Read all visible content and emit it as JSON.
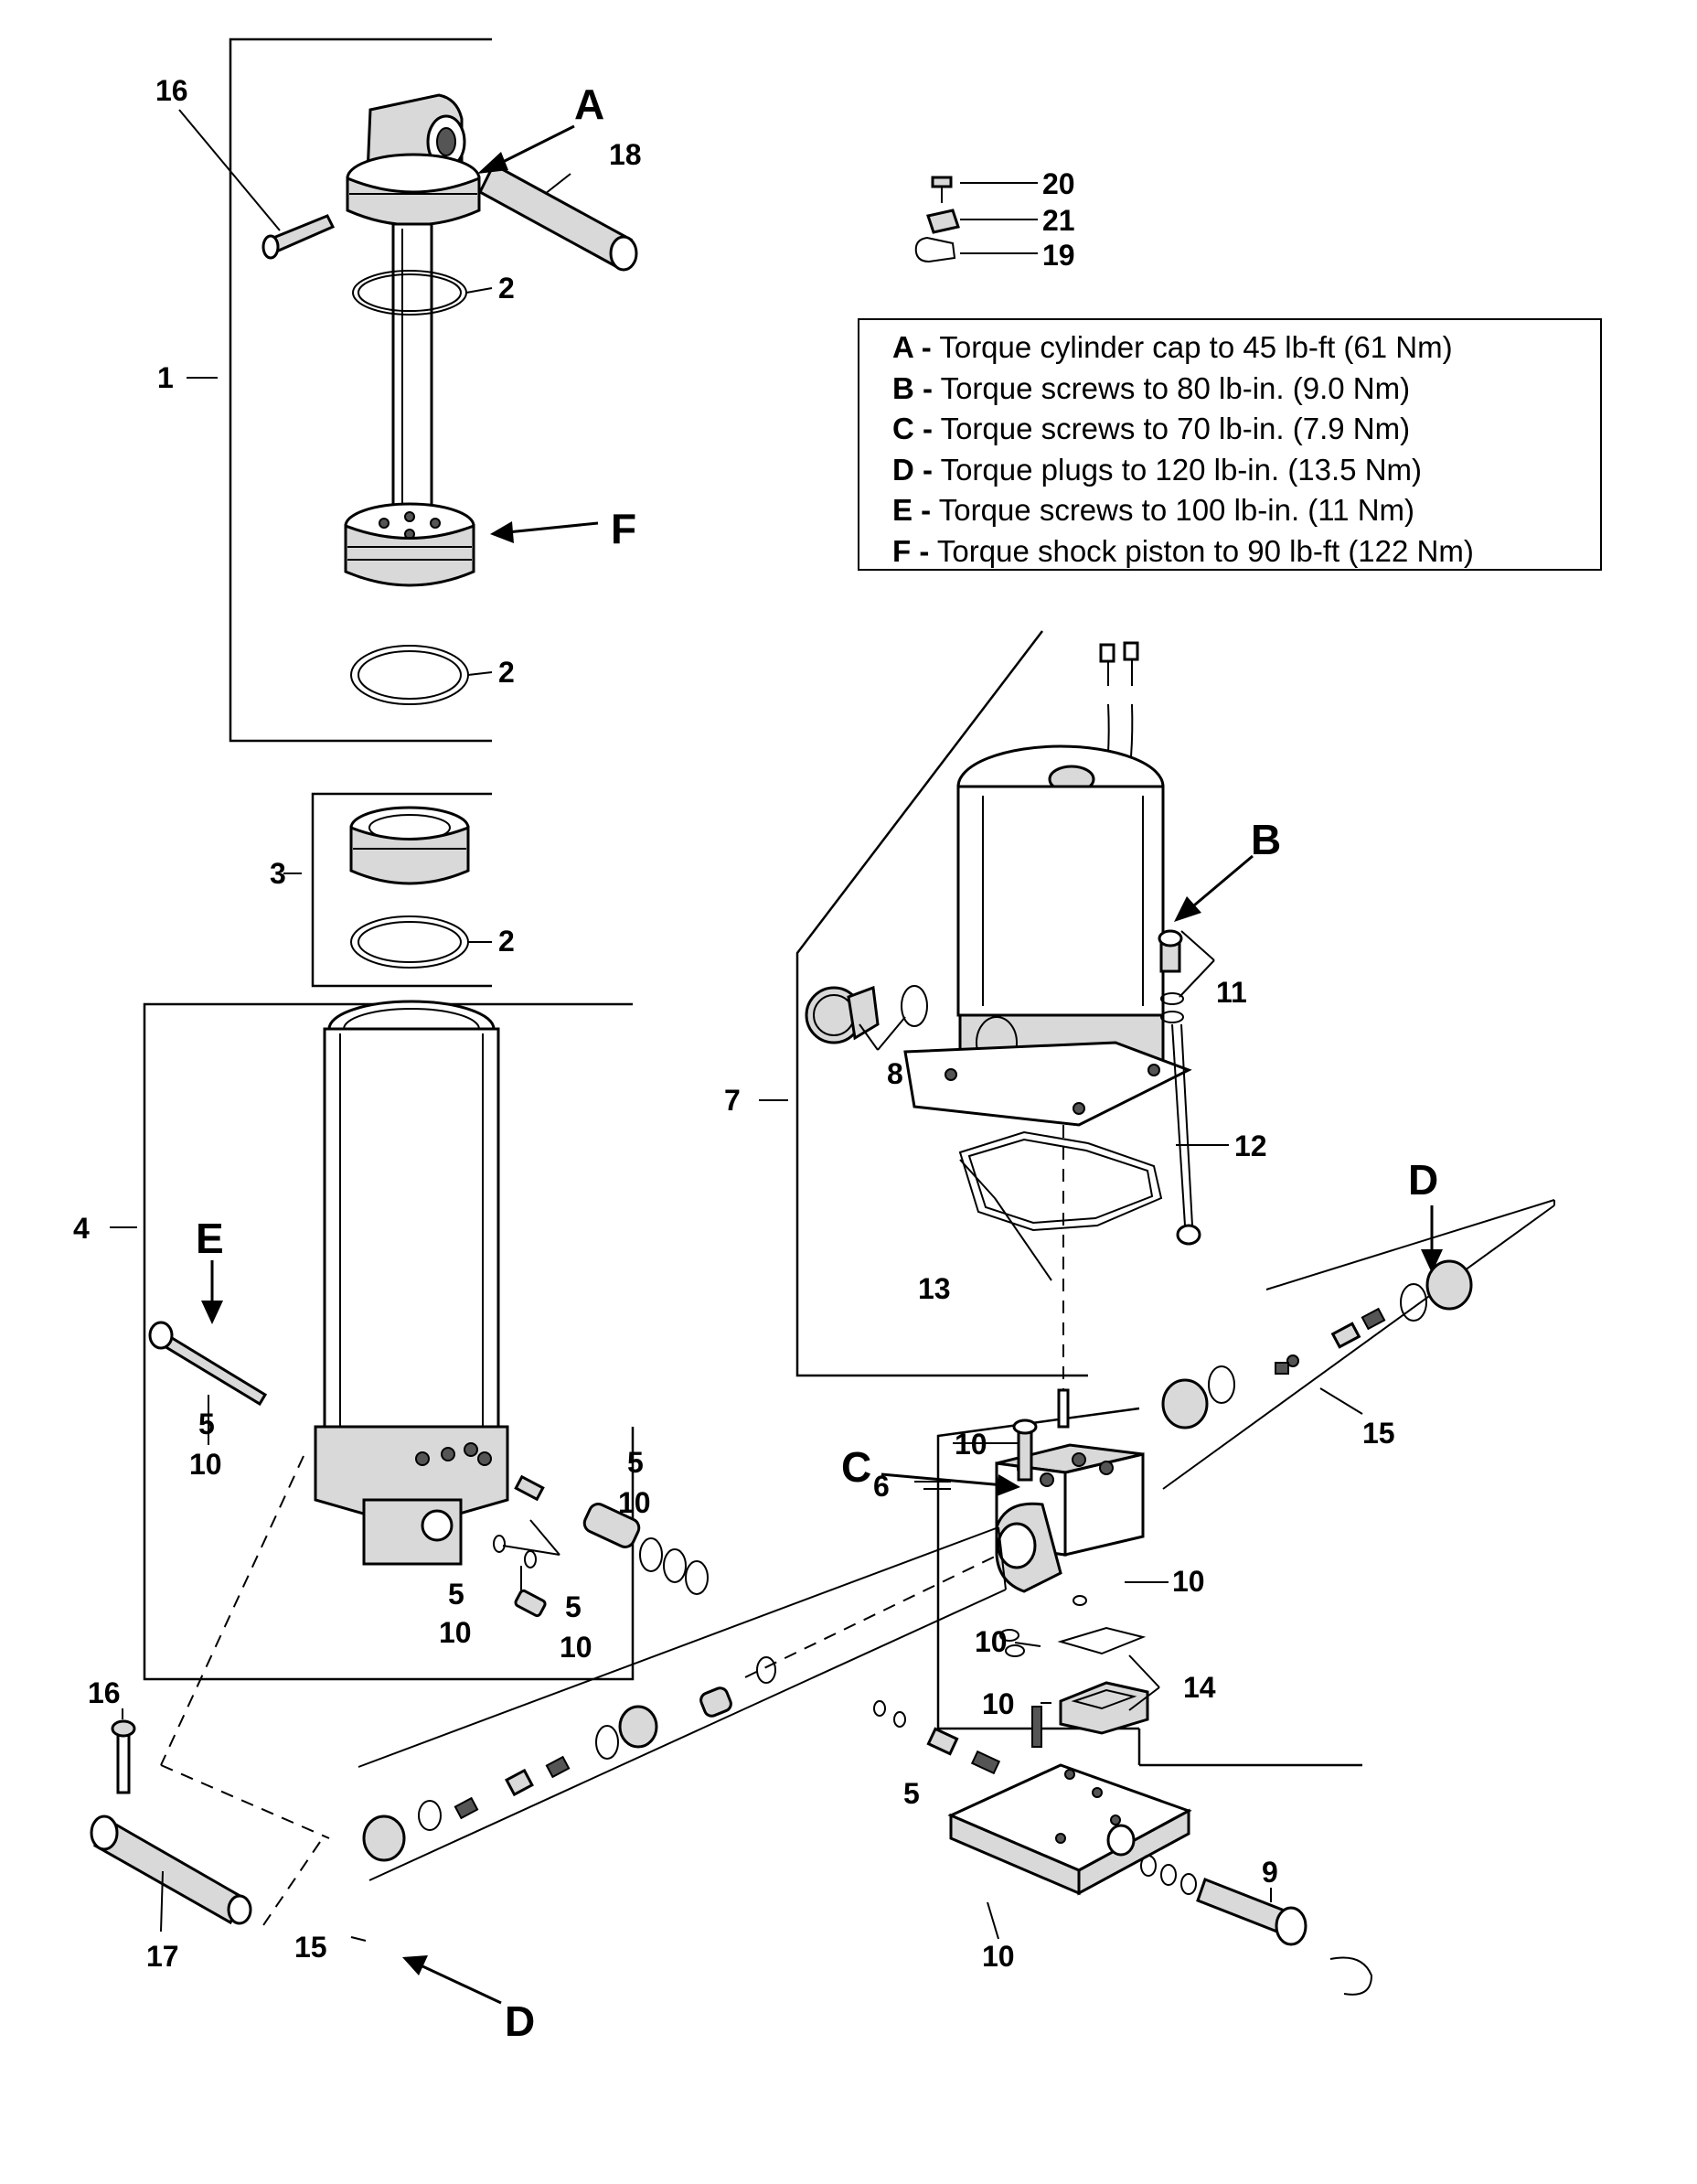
{
  "callouts": {
    "c1": "1",
    "c2a": "2",
    "c2b": "2",
    "c2c": "2",
    "c3": "3",
    "c4": "4",
    "c5a": "5",
    "c10a": "10",
    "c5b": "5",
    "c10b": "10",
    "c5c": "5",
    "c10c": "10",
    "c5d": "5",
    "c10d": "10",
    "c5e": "5",
    "c6": "6",
    "c7": "7",
    "c8": "8",
    "c9": "9",
    "c10e": "10",
    "c10f": "10",
    "c10g": "10",
    "c10h": "10",
    "c10i": "10",
    "c11": "11",
    "c12": "12",
    "c13": "13",
    "c14": "14",
    "c15a": "15",
    "c15b": "15",
    "c16a": "16",
    "c16b": "16",
    "c17": "17",
    "c18": "18",
    "c19": "19",
    "c20": "20",
    "c21": "21"
  },
  "letters": {
    "A": "A",
    "B": "B",
    "C": "C",
    "D1": "D",
    "D2": "D",
    "E": "E",
    "F": "F"
  },
  "torque_specs": [
    {
      "key": "A -",
      "text": "Torque cylinder cap to 45 lb-ft (61 Nm)"
    },
    {
      "key": "B -",
      "text": "Torque screws to 80 lb-in. (9.0 Nm)"
    },
    {
      "key": "C -",
      "text": "Torque screws to 70 lb-in. (7.9 Nm)"
    },
    {
      "key": "D -",
      "text": "Torque plugs to 120 lb-in. (13.5 Nm)"
    },
    {
      "key": "E -",
      "text": "Torque screws to 100 lb-in. (11 Nm)"
    },
    {
      "key": "F -",
      "text": "Torque shock piston to 90 lb-ft (122 Nm)"
    }
  ]
}
